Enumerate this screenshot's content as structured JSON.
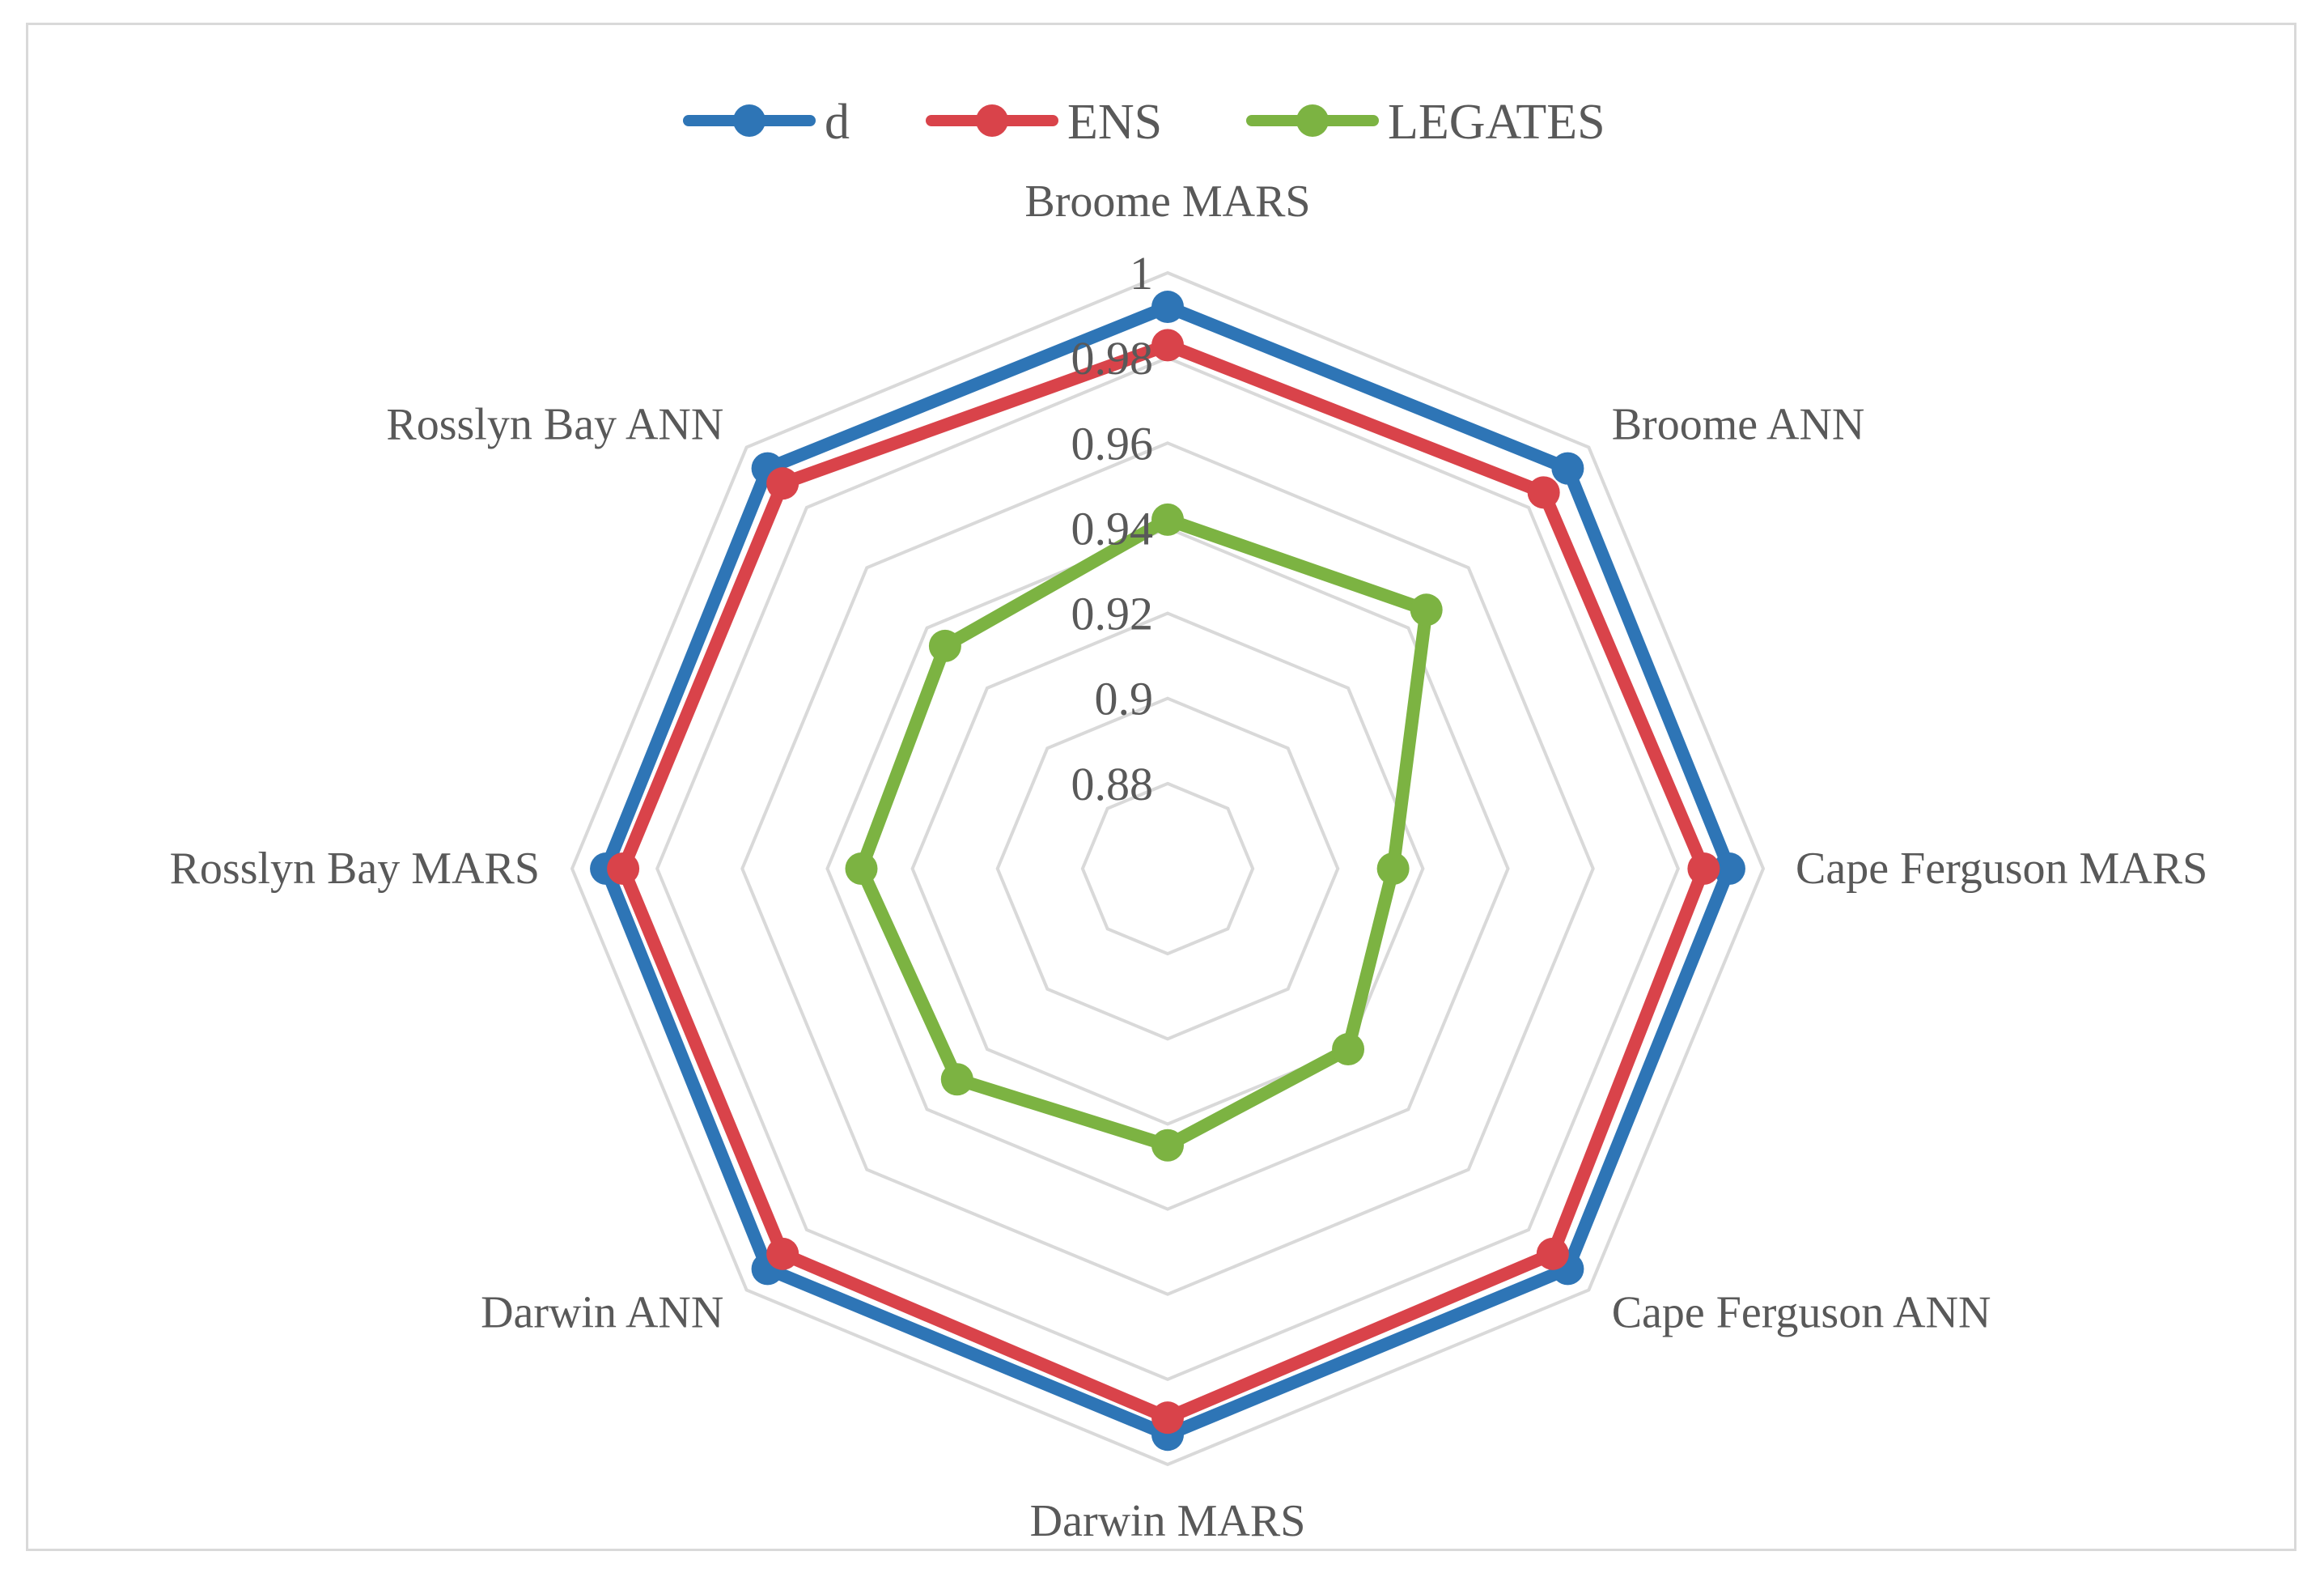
{
  "chart_data": {
    "type": "radar",
    "categories": [
      "Broome MARS",
      "Broome ANN",
      "Cape Ferguson MARS",
      "Cape Ferguson ANN",
      "Darwin MARS",
      "Darwin ANN",
      "Rosslyn Bay MARS",
      "Rosslyn Bay ANN"
    ],
    "rlim": [
      0.86,
      1.0
    ],
    "ticks": [
      {
        "value": 0.88,
        "label": "0.88"
      },
      {
        "value": 0.9,
        "label": "0.9"
      },
      {
        "value": 0.92,
        "label": "0.92"
      },
      {
        "value": 0.94,
        "label": "0.94"
      },
      {
        "value": 0.96,
        "label": "0.96"
      },
      {
        "value": 0.98,
        "label": "0.98"
      },
      {
        "value": 1.0,
        "label": "1"
      }
    ],
    "series": [
      {
        "name": "d",
        "color": "#2e75b6",
        "values": [
          0.992,
          0.993,
          0.992,
          0.993,
          0.993,
          0.993,
          0.992,
          0.993
        ]
      },
      {
        "name": "ENS",
        "color": "#d9434a",
        "values": [
          0.983,
          0.985,
          0.986,
          0.988,
          0.989,
          0.988,
          0.988,
          0.988
        ]
      },
      {
        "name": "LEGATES",
        "color": "#7cb342",
        "values": [
          0.942,
          0.946,
          0.913,
          0.92,
          0.925,
          0.93,
          0.932,
          0.934
        ]
      }
    ],
    "legend_position": "top-center",
    "grid": true,
    "grid_color": "#d9d9d9"
  }
}
